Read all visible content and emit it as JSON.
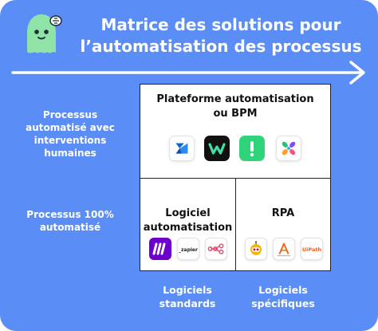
{
  "title": {
    "line1": "Matrice des solutions pour",
    "line2": "l’automatisation des processus"
  },
  "rows": {
    "top": [
      "Processus",
      "automatisé avec",
      "interventions",
      "humaines"
    ],
    "bottom": [
      "Processus 100%",
      "automatisé"
    ]
  },
  "columns": {
    "left": [
      "Logiciels",
      "standards"
    ],
    "right": [
      "Logiciels",
      "spécifiques"
    ]
  },
  "boxes": {
    "top": {
      "title_lines": [
        "Plateforme automatisation",
        "ou BPM"
      ],
      "logos": [
        "power-automate-icon",
        "wrike-icon",
        "lucid-icon",
        "clickup-pinwheel-icon"
      ]
    },
    "bottom_left": {
      "title_lines": [
        "Logiciel",
        "automatisation"
      ],
      "logos": [
        "make-icon",
        "zapier-icon",
        "n8n-icon"
      ],
      "logo_text": {
        "zapier": "_zapier"
      }
    },
    "bottom_right": {
      "title_lines": [
        "RPA"
      ],
      "logos": [
        "robot-icon",
        "automation-anywhere-icon",
        "uipath-icon"
      ],
      "logo_text": {
        "uipath": "UiPath"
      }
    }
  },
  "colors": {
    "background": "#5b8df6",
    "mascot": "#8fe3a6",
    "white": "#ffffff"
  }
}
